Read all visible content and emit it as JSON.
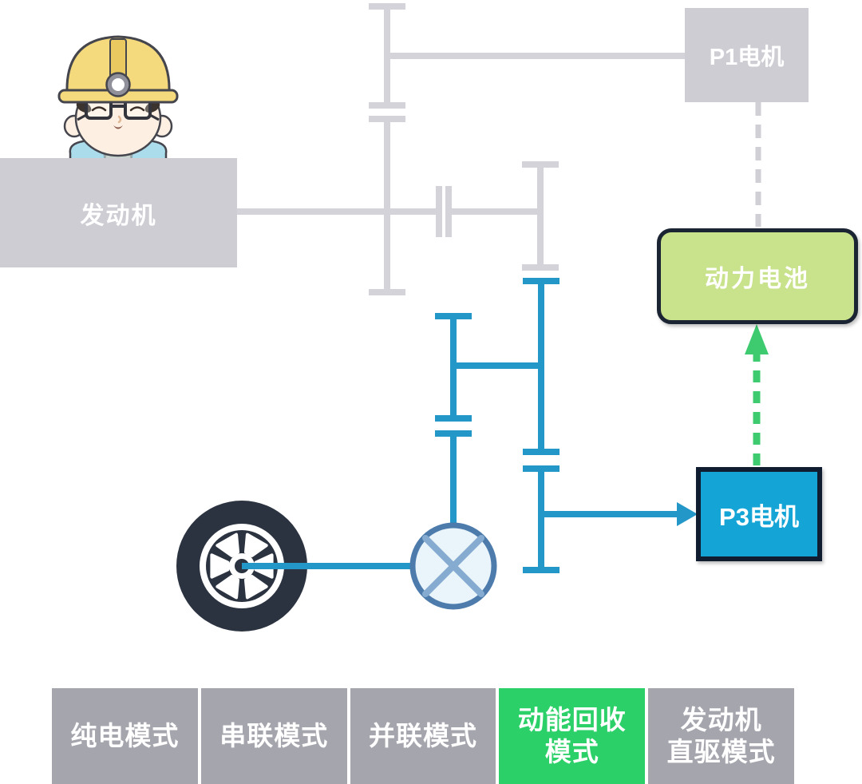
{
  "diagram": {
    "engine": {
      "label": "发动机"
    },
    "p1_motor": {
      "label": "P1电机"
    },
    "battery": {
      "label": "动力电池"
    },
    "p3_motor": {
      "label": "P3电机"
    },
    "icons": {
      "engineer": "engineer-avatar",
      "wheel": "wheel-icon",
      "differential": "differential-icon",
      "clutch": "clutch-icon",
      "charge_arrow": "battery-charge-arrow",
      "drive_arrow": "p3-drive-arrow",
      "p1_battery_link": "p1-battery-dashed-link"
    },
    "colors": {
      "active_power_path": "#2497c9",
      "inactive_path": "#d3d3d9",
      "charge_arrow_green": "#3ecb70",
      "battery_fill": "#c9e28c",
      "battery_border": "#1b2433",
      "p3_fill": "#14a5d6",
      "p3_border": "#101d30",
      "box_gray": "#cdcdd3",
      "wheel_dark": "#2b3340",
      "differential_ring": "#4d7cac"
    }
  },
  "mode_bar": {
    "active_color": "#2bd168",
    "inactive_color": "#a5a5ad",
    "tabs": [
      {
        "line1": "纯电模式",
        "line2": "",
        "active": false
      },
      {
        "line1": "串联模式",
        "line2": "",
        "active": false
      },
      {
        "line1": "并联模式",
        "line2": "",
        "active": false
      },
      {
        "line1": "动能回收",
        "line2": "模式",
        "active": true
      },
      {
        "line1": "发动机",
        "line2": "直驱模式",
        "active": false
      }
    ]
  }
}
